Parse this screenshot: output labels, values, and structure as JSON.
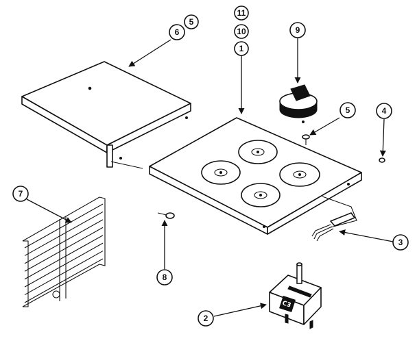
{
  "callouts": {
    "c11": "11",
    "c10": "10",
    "c1": "1",
    "c9": "9",
    "c5_top": "5",
    "c6": "6",
    "c5_screw": "5",
    "c4": "4",
    "c7": "7",
    "c3": "3",
    "c8": "8",
    "c2": "2"
  },
  "switch_label": "C3"
}
